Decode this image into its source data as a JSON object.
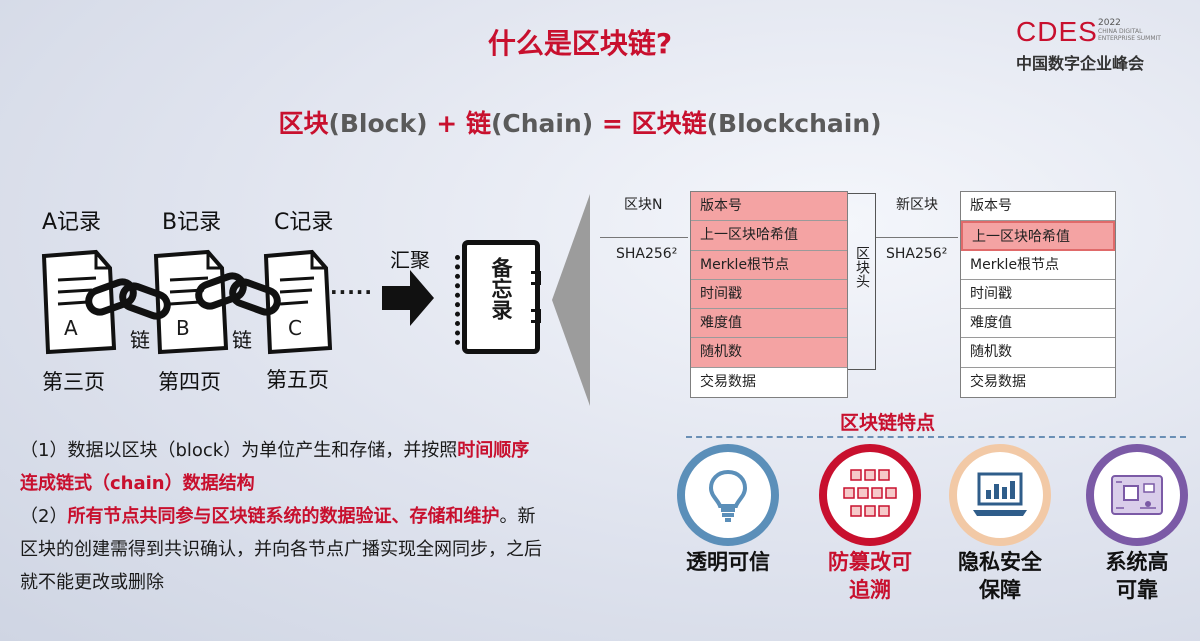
{
  "header": {
    "title": "什么是区块链?",
    "logo": {
      "brand": "CDES",
      "year": "2022",
      "english_line1": "CHINA DIGITAL",
      "english_line2": "ENTERPRISE SUMMIT",
      "chinese": "中国数字企业峰会"
    }
  },
  "formula": {
    "block": "区块",
    "block_en": "(Block)",
    "plus": "+",
    "chain": "链",
    "chain_en": "(Chain)",
    "equals": "=",
    "blockchain": "区块链",
    "blockchain_en": "(Blockchain)"
  },
  "diagram": {
    "records": [
      "A记录",
      "B记录",
      "C记录"
    ],
    "page_letters": [
      "A",
      "B",
      "C"
    ],
    "chain_label": "链",
    "pages": [
      "第三页",
      "第四页",
      "第五页"
    ],
    "dots": "·····",
    "aggregate_label": "汇聚",
    "notebook_label": "备忘录"
  },
  "block_n": {
    "label": "区块N",
    "hash_label": "SHA256²",
    "rows": [
      "版本号",
      "上一区块哈希值",
      "Merkle根节点",
      "时间戳",
      "难度值",
      "随机数",
      "交易数据"
    ]
  },
  "header_bracket_label": "区块头",
  "new_block": {
    "label": "新区块",
    "hash_label": "SHA256²",
    "rows": [
      "版本号",
      "上一区块哈希值",
      "Merkle根节点",
      "时间戳",
      "难度值",
      "随机数",
      "交易数据"
    ]
  },
  "description": {
    "p1_normal": "（1）数据以区块（block）为单位产生和存储，并按照",
    "p1_bold1": "时间顺序",
    "p1_bold2": "连成链式（chain）数据结构",
    "p2_prefix": "（2）",
    "p2_bold": "所有节点共同参与区块链系统的数据验证、存储和维护",
    "p2_rest1": "。新",
    "p2_rest2": "区块的创建需得到共识确认，并向各节点广播实现全网同步，之后",
    "p2_rest3": "就不能更改或删除"
  },
  "features": {
    "title": "区块链特点",
    "items": [
      {
        "line1": "透明可信",
        "line2": "",
        "color": "#5b8fb9",
        "icon": "lightbulb-icon"
      },
      {
        "line1": "防篡改可",
        "line2": "追溯",
        "color": "#c8102e",
        "icon": "cubes-icon"
      },
      {
        "line1": "隐私安全",
        "line2": "保障",
        "color": "#f2c9a6",
        "icon": "laptop-chart-icon"
      },
      {
        "line1": "系统高",
        "line2": "可靠",
        "color": "#7b5aa6",
        "icon": "circuit-board-icon"
      }
    ]
  },
  "colors": {
    "accent_red": "#c8102e",
    "highlight_pink": "#f4a3a3"
  }
}
